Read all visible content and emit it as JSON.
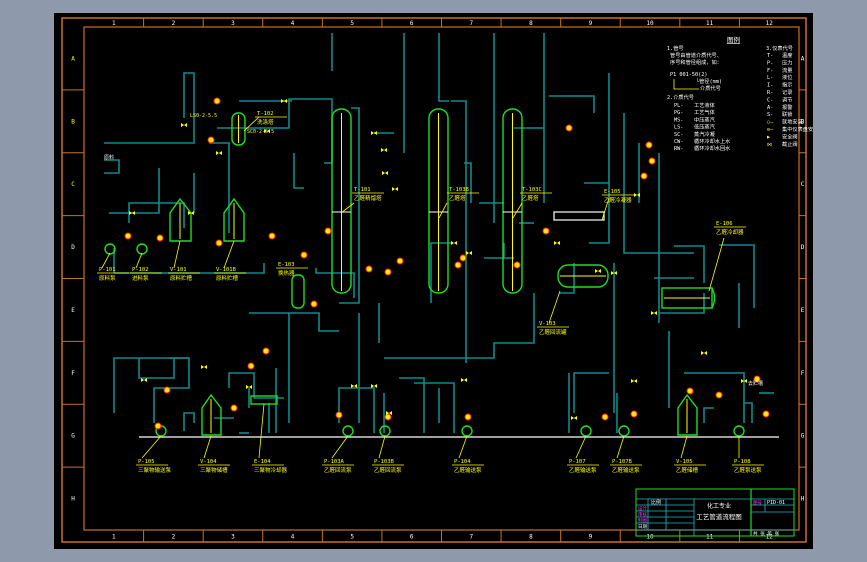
{
  "drawing": {
    "background": "#000000",
    "frame_color": "#c8731e",
    "pipe_color": "#0f8a8a",
    "equipment_color": "#22dd22",
    "label_color": "#ffff00",
    "instrument_color": "#ff2020",
    "text_color": "#ffffff",
    "title": "工艺管道流程图",
    "column_labels": [
      "1",
      "2",
      "3",
      "4",
      "5",
      "6",
      "7",
      "8",
      "9",
      "10",
      "11",
      "12"
    ],
    "row_labels": [
      "A",
      "B",
      "C",
      "D",
      "E",
      "F",
      "G",
      "H"
    ]
  },
  "legend": {
    "heading": "图例",
    "section1_title": "1.管号",
    "section1_line1": "管号由管道介质代号、",
    "section1_line2": "序号和管径组成，如：",
    "example_code": "P1  001-50(2)",
    "example_note1": "└管径(mm)",
    "example_note2": "介质代号",
    "section2_title": "2.介质代号",
    "media": [
      {
        "code": "PL-",
        "desc": "工艺液体"
      },
      {
        "code": "PG-",
        "desc": "工艺气体"
      },
      {
        "code": "MS-",
        "desc": "中压蒸汽"
      },
      {
        "code": "LS-",
        "desc": "低压蒸汽"
      },
      {
        "code": "SC-",
        "desc": "蒸汽冷凝"
      },
      {
        "code": "CW-",
        "desc": "循环冷却水上水"
      },
      {
        "code": "RW-",
        "desc": "循环冷却水回水"
      }
    ],
    "section3_title": "3.仪表代号",
    "instruments": [
      {
        "code": "T-",
        "desc": "温度"
      },
      {
        "code": "P-",
        "desc": "压力"
      },
      {
        "code": "F-",
        "desc": "流量"
      },
      {
        "code": "L-",
        "desc": "液位"
      },
      {
        "code": "I-",
        "desc": "指示"
      },
      {
        "code": "R-",
        "desc": "记录"
      },
      {
        "code": "C-",
        "desc": "调节"
      },
      {
        "code": "A-",
        "desc": "报警"
      },
      {
        "code": "S-",
        "desc": "联锁"
      },
      {
        "code": "○—",
        "desc": "就地安装"
      },
      {
        "code": "⊖—",
        "desc": "集中仪表盘安装"
      },
      {
        "code": "▶",
        "desc": "安全阀"
      },
      {
        "code": "⋈",
        "desc": "截止阀"
      }
    ]
  },
  "equipment": [
    {
      "tag": "T-101",
      "name": "乙醛精馏塔"
    },
    {
      "tag": "T-103B",
      "name": "乙醛塔"
    },
    {
      "tag": "T-103C",
      "name": "乙醛塔"
    },
    {
      "tag": "T-102",
      "name": "洗涤塔"
    },
    {
      "tag": "E-103",
      "name": "换热器"
    },
    {
      "tag": "E-105",
      "name": "乙醛冷凝器"
    },
    {
      "tag": "E-106",
      "name": "乙醛冷却器"
    },
    {
      "tag": "V-103",
      "name": "乙醛回流罐"
    },
    {
      "tag": "P-101",
      "name": "原料泵"
    },
    {
      "tag": "P-102",
      "name": "进料泵"
    },
    {
      "tag": "V-101",
      "name": "原料贮槽"
    },
    {
      "tag": "V-101B",
      "name": "原料贮槽"
    },
    {
      "tag": "P-105",
      "name": "三聚物输送泵"
    },
    {
      "tag": "V-104",
      "name": "三聚物储槽"
    },
    {
      "tag": "E-104",
      "name": "三聚物冷却器"
    },
    {
      "tag": "P-103A",
      "name": "乙醛回流泵"
    },
    {
      "tag": "P-103B",
      "name": "乙醛回流泵"
    },
    {
      "tag": "P-104",
      "name": "乙醛输送泵"
    },
    {
      "tag": "P-107",
      "name": "乙醛输送泵"
    },
    {
      "tag": "P-107B",
      "name": "乙醛输送泵"
    },
    {
      "tag": "V-105",
      "name": "乙醛储槽"
    },
    {
      "tag": "P-108",
      "name": "乙醛泵送泵"
    }
  ],
  "pipe_labels": {
    "steam_in": "LS0-2-5.5",
    "steam_out": "SC0-2-5.5",
    "feed_in": "原料",
    "to_storage": "去贮槽"
  },
  "title_block": {
    "project": "化工专业",
    "drawing_title": "工艺管道流程图",
    "scale_label": "比例",
    "designer_label": "设计",
    "checker_label": "审核",
    "drawn_by_label": "制图",
    "date_label": "日期",
    "sheet_label": "共 张 第 张",
    "number_label": "图号",
    "drawing_no": "PID-01"
  }
}
